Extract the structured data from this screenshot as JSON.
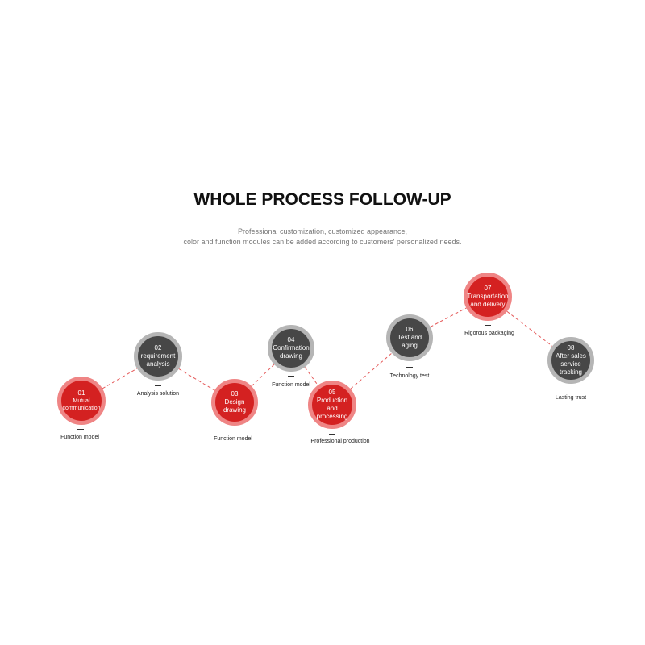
{
  "title": "WHOLE PROCESS FOLLOW-UP",
  "subtitle": [
    "Professional customization, customized appearance,",
    "color and function modules can be added according to customers' personalized needs."
  ],
  "colors": {
    "accent_red": "#d42121",
    "red_ring": "#ef8585",
    "dark": "#474747",
    "dark_ring": "#b5b5b5",
    "connector": "#e55a5a"
  },
  "steps": [
    {
      "num": "01",
      "label": "Mutual communication",
      "caption": "Function model",
      "color": "red"
    },
    {
      "num": "02",
      "label": "requirement analysis",
      "caption": "Analysis solution",
      "color": "dark"
    },
    {
      "num": "03",
      "label": "Design drawing",
      "caption": "Function model",
      "color": "red"
    },
    {
      "num": "04",
      "label": "Confirmation drawing",
      "caption": "Function model",
      "color": "dark"
    },
    {
      "num": "05",
      "label": "Production and processing",
      "caption": "Professional production",
      "color": "red"
    },
    {
      "num": "06",
      "label": "Test and aging",
      "caption": "Technology  test",
      "color": "dark"
    },
    {
      "num": "07",
      "label": "Transportation and delivery",
      "caption": "Rigorous packaging",
      "color": "red"
    },
    {
      "num": "08",
      "label": "After sales service tracking",
      "caption": "Lasting trust",
      "color": "dark"
    }
  ]
}
